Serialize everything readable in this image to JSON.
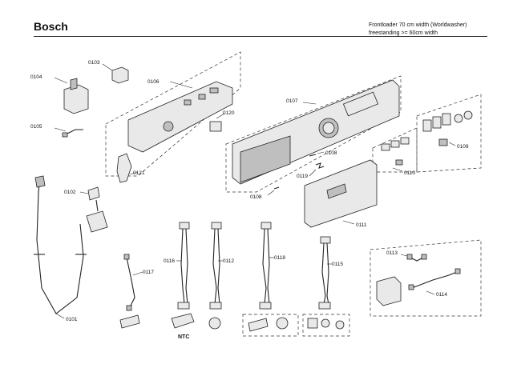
{
  "header": {
    "brand": "Bosch",
    "description_line1": "Frontloader 70 cm width (Worldwasher)",
    "description_line2": "freestanding >= 60cm width"
  },
  "parts": {
    "p0101": "0101",
    "p0102": "0102",
    "p0103": "0103",
    "p0104": "0104",
    "p0105": "0105",
    "p0106": "0106",
    "p0107": "0107",
    "p0108": "0108",
    "p0109": "0109",
    "p0110": "0110",
    "p0111": "0111",
    "p0112": "0112",
    "p0113": "0113",
    "p0114": "0114",
    "p0115": "0115",
    "p0116": "0116",
    "p0117": "0117",
    "p0118": "0118",
    "p0119": "0119",
    "p0120": "0120",
    "p0121": "0121",
    "p0108b": "0108"
  },
  "annotations": {
    "ntc": "NTC"
  }
}
